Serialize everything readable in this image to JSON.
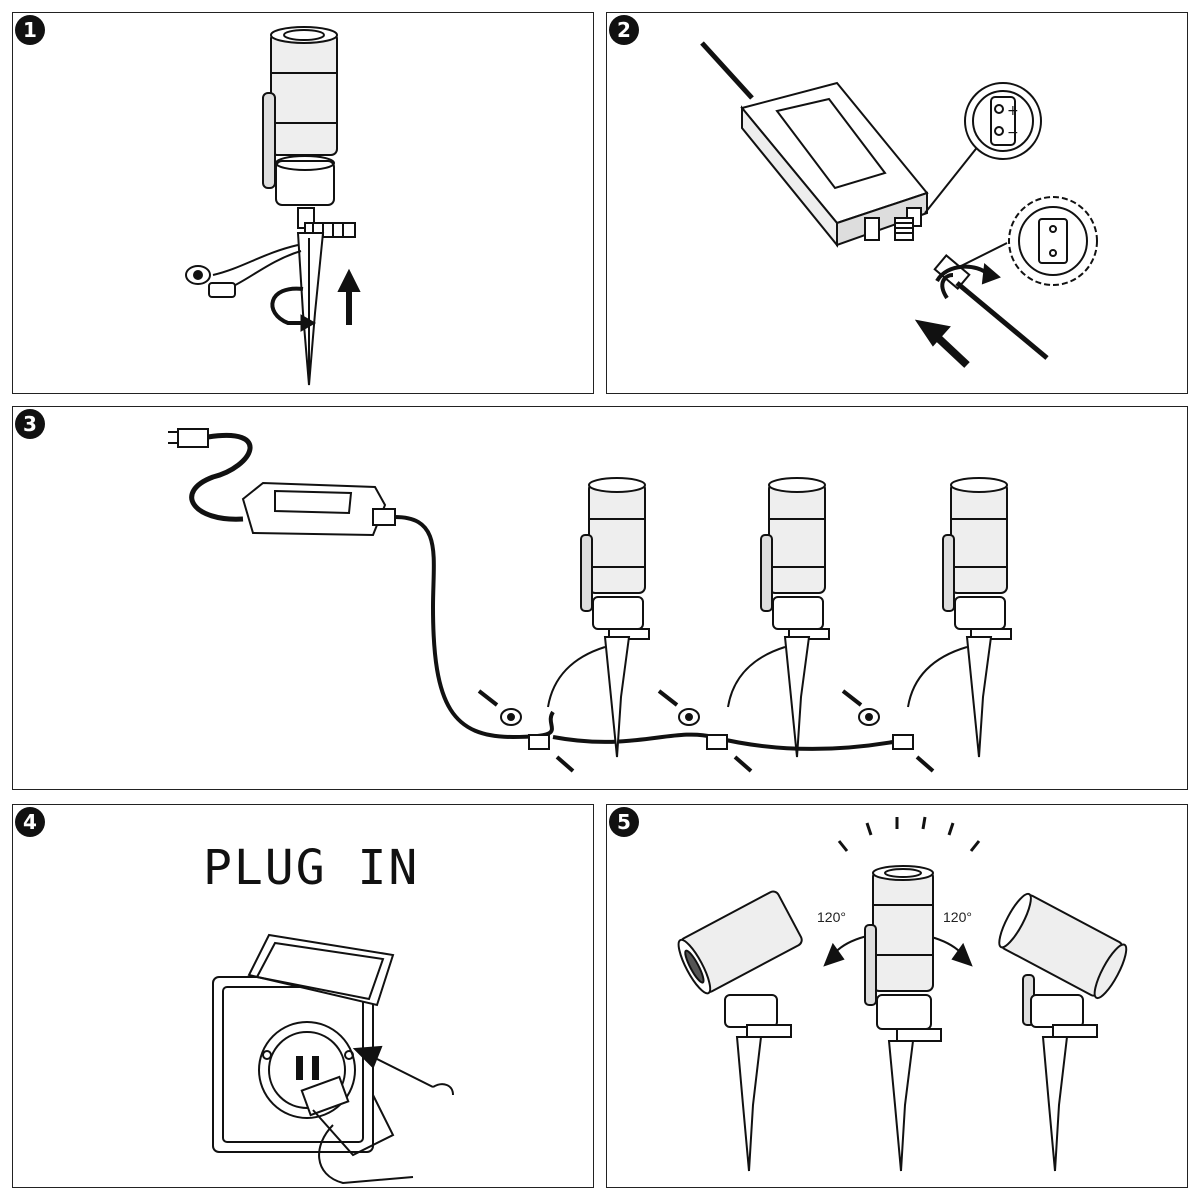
{
  "steps": [
    {
      "number": "1"
    },
    {
      "number": "2"
    },
    {
      "number": "3"
    },
    {
      "number": "4",
      "text": "PLUG IN"
    },
    {
      "number": "5",
      "angle_left": "120°",
      "angle_right": "120°"
    }
  ],
  "power_polarity_symbols": {
    "plus": "+",
    "minus": "−"
  },
  "colors": {
    "line": "#111111",
    "fill_dark": "#555555",
    "background": "#ffffff"
  }
}
